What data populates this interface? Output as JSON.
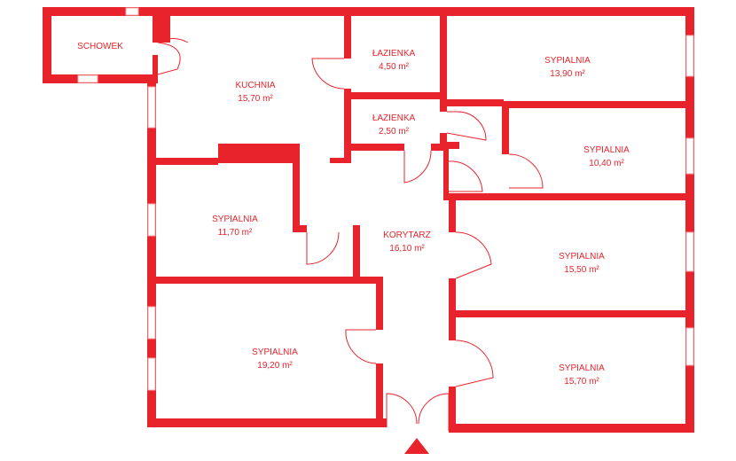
{
  "accent_color": "#e8232b",
  "rooms": {
    "schowek": {
      "name": "SCHOWEK",
      "area": ""
    },
    "kuchnia": {
      "name": "KUCHNIA",
      "area": "15,70 m²"
    },
    "lazienka1": {
      "name": "ŁAZIENKA",
      "area": "4,50 m²"
    },
    "lazienka2": {
      "name": "ŁAZIENKA",
      "area": "2,50 m²"
    },
    "sypialnia_top": {
      "name": "SYPIALNIA",
      "area": "13,90 m²"
    },
    "sypialnia_right": {
      "name": "SYPIALNIA",
      "area": "10,40 m²"
    },
    "sypialnia_mid_left": {
      "name": "SYPIALNIA",
      "area": "11,70 m²"
    },
    "korytarz": {
      "name": "KORYTARZ",
      "area": "16,10 m²"
    },
    "sypialnia_mid_right": {
      "name": "SYPIALNIA",
      "area": "15,50 m²"
    },
    "sypialnia_bottom_left": {
      "name": "SYPIALNIA",
      "area": "19,20 m²"
    },
    "sypialnia_bottom_right": {
      "name": "SYPIALNIA",
      "area": "15,70 m²"
    }
  },
  "entrance_icon": "triangle-up-icon"
}
